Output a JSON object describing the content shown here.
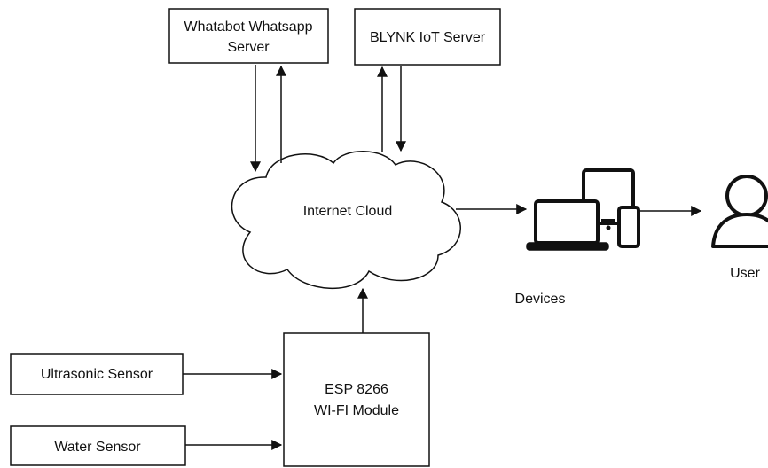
{
  "diagram": {
    "nodes": {
      "whatabot_server": {
        "line1": "Whatabot Whatsapp",
        "line2": "Server"
      },
      "blynk_server": {
        "label": "BLYNK IoT Server"
      },
      "internet_cloud": {
        "label": "Internet Cloud"
      },
      "devices": {
        "label": "Devices"
      },
      "user": {
        "label": "User"
      },
      "esp_module": {
        "line1": "ESP 8266",
        "line2": "WI-FI Module"
      },
      "ultrasonic_sensor": {
        "label": "Ultrasonic Sensor"
      },
      "water_sensor": {
        "label": "Water Sensor"
      }
    },
    "icons": {
      "devices": "laptop-tablet-phone-icon",
      "user": "user-icon"
    },
    "colors": {
      "stroke": "#111111",
      "background": "#ffffff"
    }
  }
}
